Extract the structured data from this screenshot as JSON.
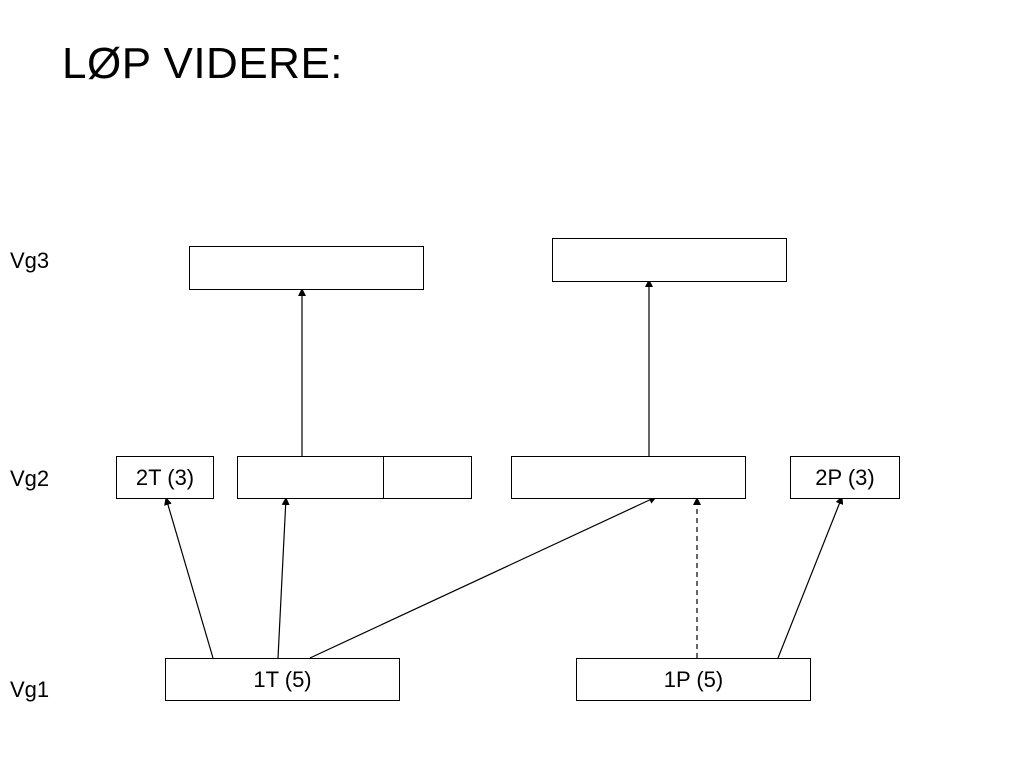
{
  "title": "LØP VIDERE:",
  "levels": {
    "vg3": "Vg3",
    "vg2": "Vg2",
    "vg1": "Vg1"
  },
  "boxes": {
    "vg3_left": "",
    "vg3_right": "",
    "vg2_2t": "2T (3)",
    "vg2_center_left": "",
    "vg2_center_right": "",
    "vg2_2p": "2P (3)",
    "vg1_1t": "1T (5)",
    "vg1_1p": "1P (5)"
  }
}
